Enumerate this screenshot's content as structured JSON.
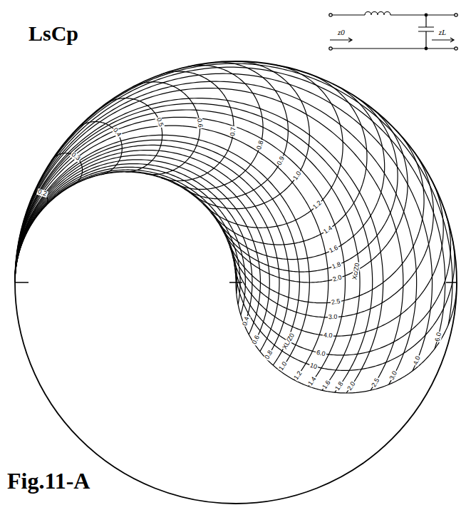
{
  "diagram": {
    "title": "LsCp",
    "caption": "Fig.11-A",
    "labels": [
      "z0",
      "zL",
      "0.2",
      "0.3",
      "0.4",
      "0.5",
      "0.6",
      "0.7",
      "0.8",
      "0.9",
      "1.0",
      "1.2",
      "1.4",
      "1.6",
      "1.8",
      "Xc/Z0",
      "2.0",
      "2.5",
      "3.0",
      "4.0",
      "6.0",
      "10",
      "0.4",
      "0.6",
      "0.8",
      "1.0",
      "XL/Z0",
      "1.2",
      "1.4",
      "1.6",
      "1.8",
      "2.0",
      "2.5",
      "3.0",
      "4.0",
      "6.0"
    ]
  }
}
